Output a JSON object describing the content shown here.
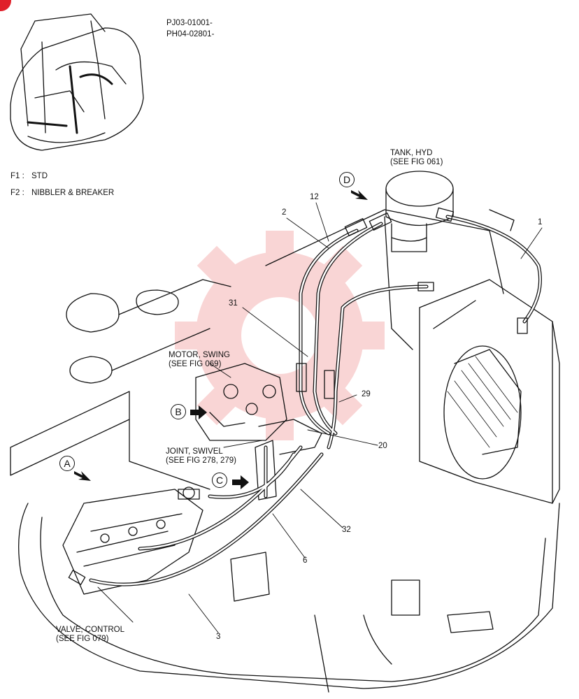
{
  "serial": {
    "line1": "PJ03-01001-",
    "line2": "PH04-02801-"
  },
  "variants": [
    {
      "code": "F1 :",
      "label": "STD"
    },
    {
      "code": "F2 :",
      "label": "NIBBLER & BREAKER"
    }
  ],
  "callouts": {
    "tank": {
      "line1": "TANK, HYD",
      "line2": "(SEE FIG 061)"
    },
    "motor": {
      "line1": "MOTOR, SWING",
      "line2": "(SEE FIG 069)"
    },
    "joint": {
      "line1": "JOINT, SWIVEL",
      "line2": "(SEE FIG 278, 279)"
    },
    "valve": {
      "line1": "VALVE, CONTROL",
      "line2": "(SEE FIG 079)"
    }
  },
  "view_markers": [
    "A",
    "B",
    "C",
    "D"
  ],
  "part_numbers": [
    "1",
    "2",
    "3",
    "6",
    "12",
    "20",
    "29",
    "31",
    "32"
  ],
  "colors": {
    "line": "#111111",
    "watermark": "#f08a8a",
    "badge": "#e0202a"
  }
}
